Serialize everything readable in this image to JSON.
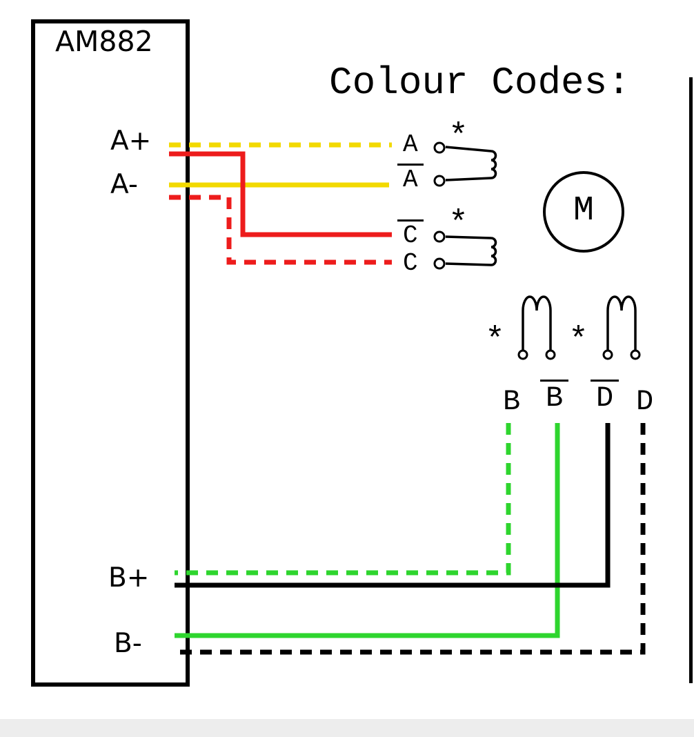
{
  "title": "Colour Codes:",
  "driver": {
    "name": "AM882",
    "terminals": {
      "a_plus": "A+",
      "a_minus": "A-",
      "b_plus": "B+",
      "b_minus": "B-"
    }
  },
  "motor": {
    "label": "M"
  },
  "phases": {
    "a": "A",
    "a_bar": "A",
    "c_bar": "C",
    "c": "C",
    "b": "B",
    "b_bar": "B",
    "d_bar": "D",
    "d": "D"
  },
  "coil_marks": {
    "asterisk": "*"
  },
  "colors": {
    "yellow": "#f2d900",
    "red": "#ed1c1c",
    "green": "#2ed52e",
    "black": "#000000"
  },
  "connections": [
    {
      "from": "A+",
      "to": "A",
      "color": "yellow",
      "style": "dashed"
    },
    {
      "from": "A+",
      "to": "C-bar",
      "color": "red",
      "style": "solid"
    },
    {
      "from": "A-",
      "to": "A-bar",
      "color": "yellow",
      "style": "solid"
    },
    {
      "from": "A-",
      "to": "C",
      "color": "red",
      "style": "dashed"
    },
    {
      "from": "B+",
      "to": "B",
      "color": "green",
      "style": "dashed"
    },
    {
      "from": "B+",
      "to": "D-bar",
      "color": "black",
      "style": "solid"
    },
    {
      "from": "B-",
      "to": "B-bar",
      "color": "green",
      "style": "solid"
    },
    {
      "from": "B-",
      "to": "D",
      "color": "black",
      "style": "dashed"
    }
  ]
}
